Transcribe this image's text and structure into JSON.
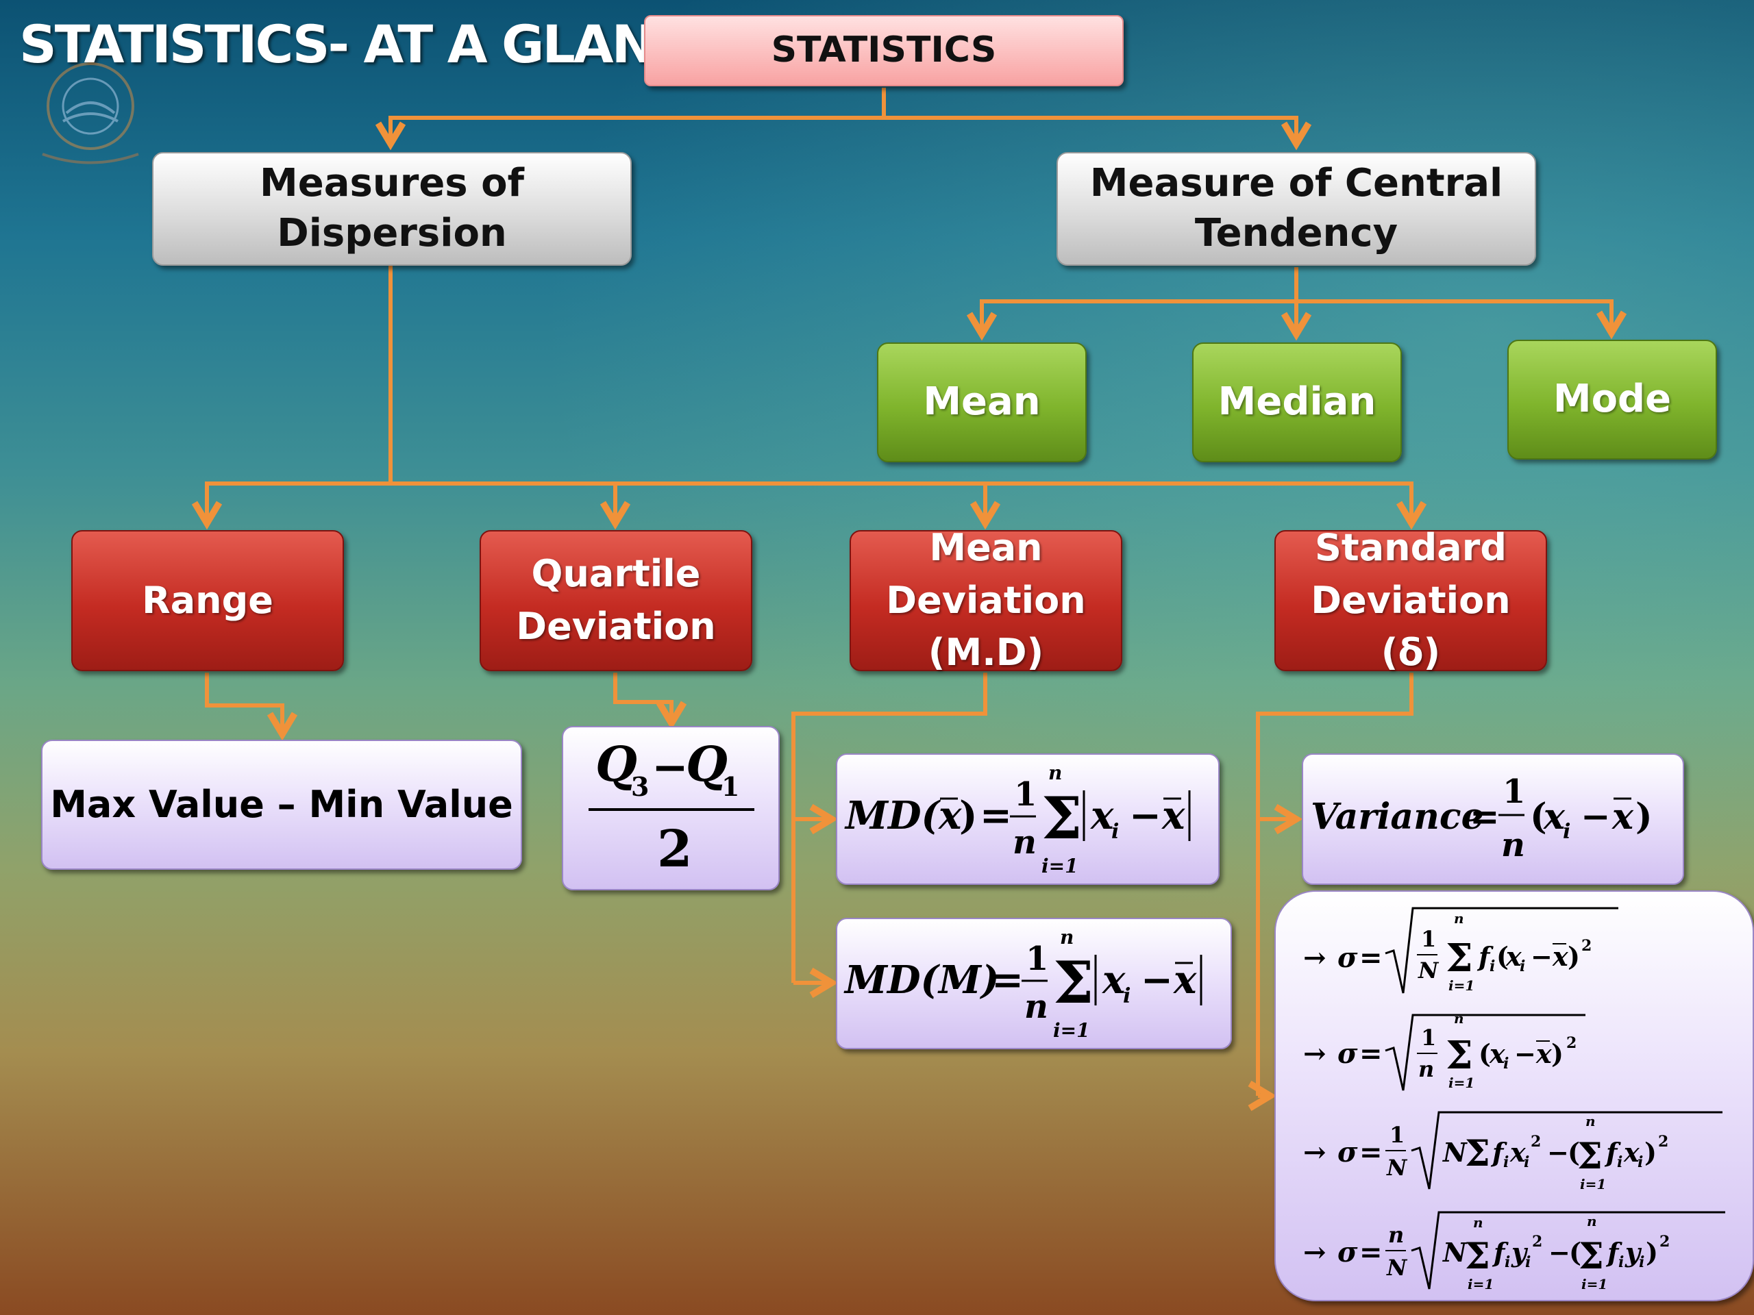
{
  "title": "STATISTICS- AT A GLANCE",
  "colors": {
    "connector": "#f0923a",
    "top": "#f8a2a2",
    "branch": "#dcdcdc",
    "central": "#7fb42c",
    "dispersion": "#c42b22",
    "formula": "#e4d8f8"
  },
  "root": {
    "label": "STATISTICS"
  },
  "dispersion": {
    "label": "Measures of Dispersion",
    "children": [
      {
        "label": "Range",
        "formula_text": "Max Value – Min Value"
      },
      {
        "label": "Quartile Deviation"
      },
      {
        "label": "Mean Deviation (M.D)"
      },
      {
        "label": "Standard Deviation (δ)"
      }
    ]
  },
  "central": {
    "label": "Measure of Central Tendency",
    "children": [
      {
        "label": "Mean"
      },
      {
        "label": "Median"
      },
      {
        "label": "Mode"
      }
    ]
  },
  "formulas": {
    "variance_word": "Variance"
  }
}
